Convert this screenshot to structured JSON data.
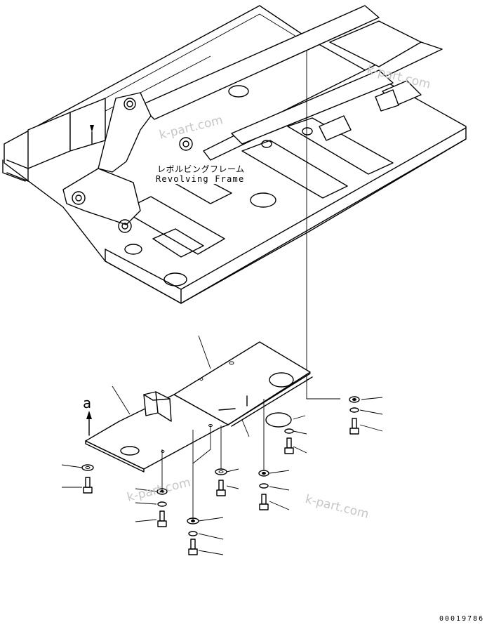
{
  "labels": {
    "frame_jp": "レボルビングフレーム",
    "frame_en": "Revolving Frame",
    "view_marker": "a",
    "drawing_number": "00019786"
  },
  "watermarks": [
    "k-part.com",
    "k-part.com",
    "k-part.com",
    "k-part.com"
  ]
}
